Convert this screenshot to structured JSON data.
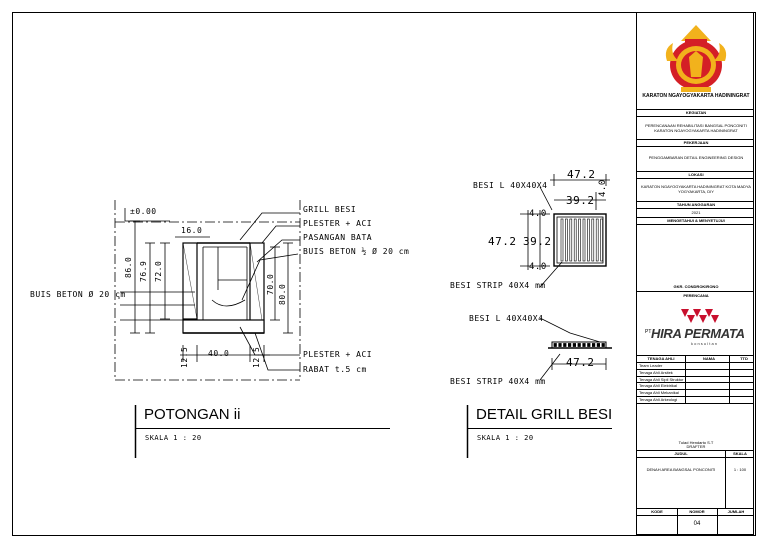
{
  "drawing": {
    "section": {
      "title": "POTONGAN ii",
      "scale": "SKALA 1 : 20",
      "level": "±0.00",
      "dims": {
        "top_width": "16.0",
        "h1": "86.0",
        "h2": "76.9",
        "h3": "72.0",
        "h4": "70.0",
        "h5": "80.0",
        "bottom_left": "12.5",
        "bottom_mid": "40.0",
        "bottom_right": "12.5"
      },
      "callouts": {
        "grill": "GRILL BESI",
        "plester_top": "PLESTER + ACI",
        "bata": "PASANGAN BATA",
        "buis_right": "BUIS BETON ½ Ø 20 cm",
        "buis_left": "BUIS BETON Ø 20 cm",
        "plester_bottom": "PLESTER + ACI",
        "rabat": "RABAT t.5 cm"
      }
    },
    "grill": {
      "title": "DETAIL GRILL BESI",
      "scale": "SKALA 1 : 20",
      "dims": {
        "outer": "47.2",
        "inner": "39.2",
        "edge_top": "4.0",
        "edge_bottom": "4.0",
        "side": "4.0",
        "height": "47.2",
        "height_inner": "39.2",
        "bottom_width": "47.2"
      },
      "callouts": {
        "besi_top": "BESI L 40X40X4",
        "strip_top": "BESI STRIP 40X4 mm",
        "besi_bottom": "BESI L 40X40X4",
        "strip_bottom": "BESI STRIP 40X4 mm"
      }
    }
  },
  "titleblock": {
    "org": "KARATON NGAYOGYAKARTA HADININGRAT",
    "kegiatan_label": "KEGIATAN",
    "kegiatan": "PERENCANAAN REHABILITASI BANGSAL PONCONITI KARATON NGAYOGYAKARTA HADININGRAT",
    "pekerjaan_label": "PEKERJAAN",
    "pekerjaan": "PENGGAMBARAN DETAIL ENGINEERING DESIGN",
    "lokasi_label": "LOKASI",
    "lokasi": "KARATON NGAYOGYAKARTA HADININGRAT KOTA MADYA YOGYAKARTA, DIY",
    "tahun_label": "TAHUN ANGGARAN",
    "tahun": "2021",
    "approval_label": "MENGETAHUI & MENYETUJUI",
    "approver": "GKR. CONDROKIRONO",
    "perencana_label": "PERENCANA",
    "company_prefix": "PT",
    "company": "HIRA PERMATA",
    "company_sub": "k o n s u l t a n",
    "staff_headers": [
      "TENAGA AHLI",
      "NAMA",
      "TTD"
    ],
    "staff": [
      "Team Leader",
      "Tenaga Ahli Arsitek",
      "Tenaga Ahli Sipil Struktur",
      "Tenaga Ahli Elektrikal",
      "Tenaga Ahli Mekanikal",
      "Tenaga Ahli Arkeologi"
    ],
    "drafter_name": "Tulad Hendarto S.T",
    "drafter_label": "DRAFTER",
    "judul_label": "JUDUL",
    "skala_label": "SKALA",
    "judul": "DENAH AREA BANGSAL PONCONITI",
    "skala": "1 : 100",
    "kode_label": "KODE",
    "nomor_label": "NOMOR",
    "jumlah_label": "JUMLAH",
    "nomor": "04",
    "colors": {
      "logo_red": "#d41f26",
      "logo_gold": "#f2b21c",
      "brand_red": "#c8102e"
    }
  }
}
